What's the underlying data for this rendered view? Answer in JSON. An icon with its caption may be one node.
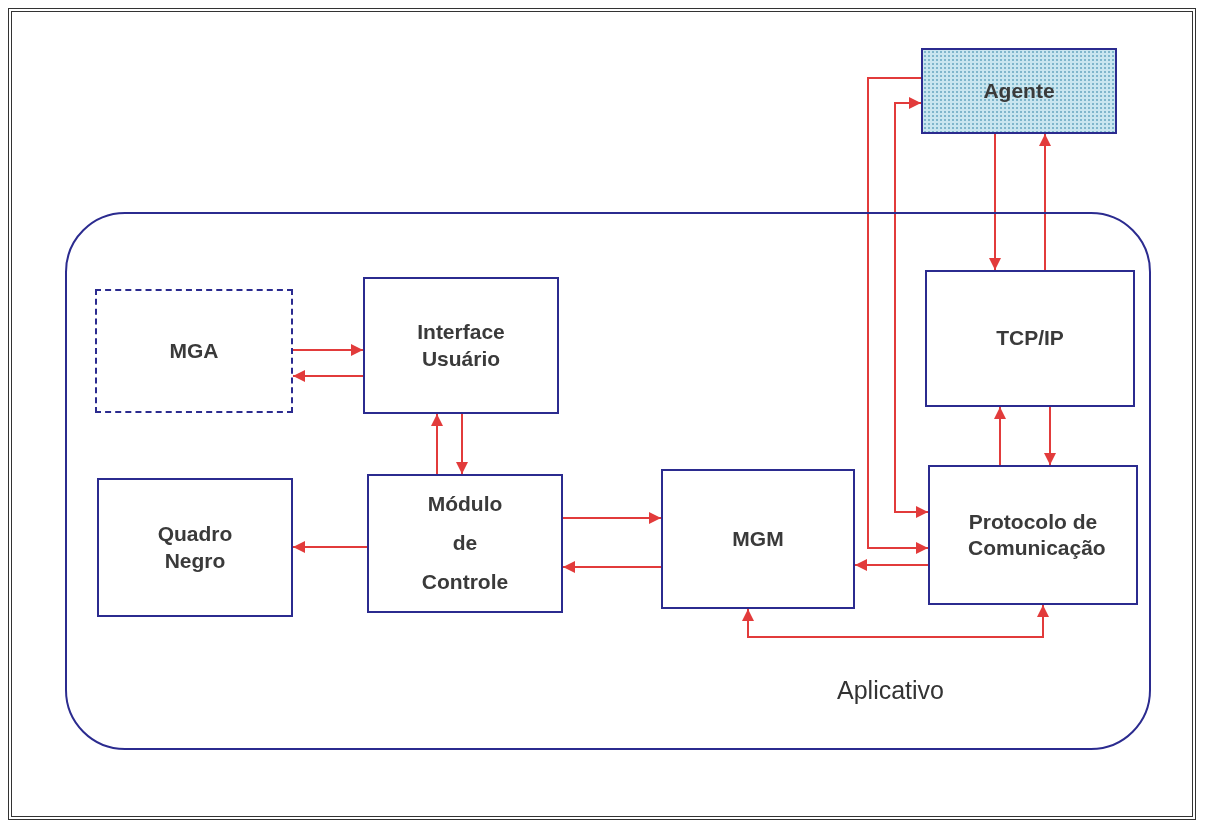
{
  "diagram": {
    "nodes": [
      {
        "text": [
          "Agente"
        ]
      },
      {
        "text": [
          "Aplicativo"
        ]
      },
      {
        "text": [
          "MGA"
        ],
        "in": 1
      },
      {
        "text": [
          "Interface Usuário"
        ],
        "in": 1
      },
      {
        "text": [
          "TCP/IP"
        ],
        "in": 1
      },
      {
        "text": [
          "Quadro Negro"
        ],
        "in": 1
      },
      {
        "text": [
          "Módulo de Controle"
        ],
        "in": 1
      },
      {
        "text": [
          "MGM"
        ],
        "in": 1
      },
      {
        "text": [
          "Protocolo de Comunicação"
        ],
        "in": 1
      }
    ],
    "edges": [
      {
        "from": 0,
        "to": 4,
        "arrow": "to"
      },
      {
        "from": 4,
        "to": 0,
        "arrow": "to"
      },
      {
        "from": 0,
        "to": 8,
        "arrow": "to"
      },
      {
        "from": 8,
        "to": 0,
        "arrow": "both"
      },
      {
        "from": 8,
        "to": 4,
        "arrow": "to"
      },
      {
        "from": 4,
        "to": 8,
        "arrow": "to"
      },
      {
        "from": 8,
        "to": 7,
        "arrow": "to"
      },
      {
        "from": 7,
        "to": 8,
        "arrow": "both"
      },
      {
        "from": 6,
        "to": 7,
        "arrow": "to"
      },
      {
        "from": 7,
        "to": 6,
        "arrow": "to"
      },
      {
        "from": 6,
        "to": 5,
        "arrow": "to"
      },
      {
        "from": 3,
        "to": 6,
        "arrow": "to"
      },
      {
        "from": 6,
        "to": 3,
        "arrow": "to"
      },
      {
        "from": 2,
        "to": 3,
        "arrow": "to"
      },
      {
        "from": 3,
        "to": 2,
        "arrow": "to"
      }
    ]
  }
}
